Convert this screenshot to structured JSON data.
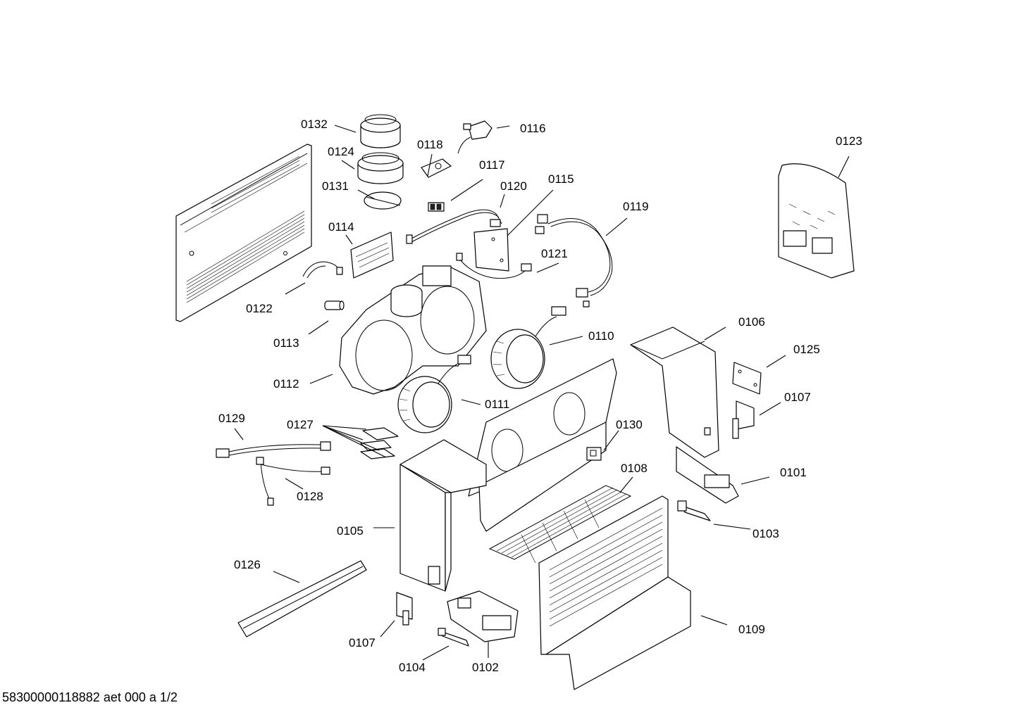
{
  "labels": {
    "p0132": "0132",
    "p0124": "0124",
    "p0131": "0131",
    "p0114": "0114",
    "p0122": "0122",
    "p0113": "0113",
    "p0112": "0112",
    "p0118": "0118",
    "p0117": "0117",
    "p0116": "0116",
    "p0120": "0120",
    "p0115": "0115",
    "p0121": "0121",
    "p0119": "0119",
    "p0123": "0123",
    "p0106": "0106",
    "p0110": "0110",
    "p0125": "0125",
    "p0107a": "0107",
    "p0111": "0111",
    "p0129": "0129",
    "p0127": "0127",
    "p0130": "0130",
    "p0108": "0108",
    "p0101": "0101",
    "p0128": "0128",
    "p0105": "0105",
    "p0103": "0103",
    "p0126": "0126",
    "p0109": "0109",
    "p0107b": "0107",
    "p0104": "0104",
    "p0102": "0102"
  },
  "footer": "58300000118882 aet 000 a 1/2"
}
